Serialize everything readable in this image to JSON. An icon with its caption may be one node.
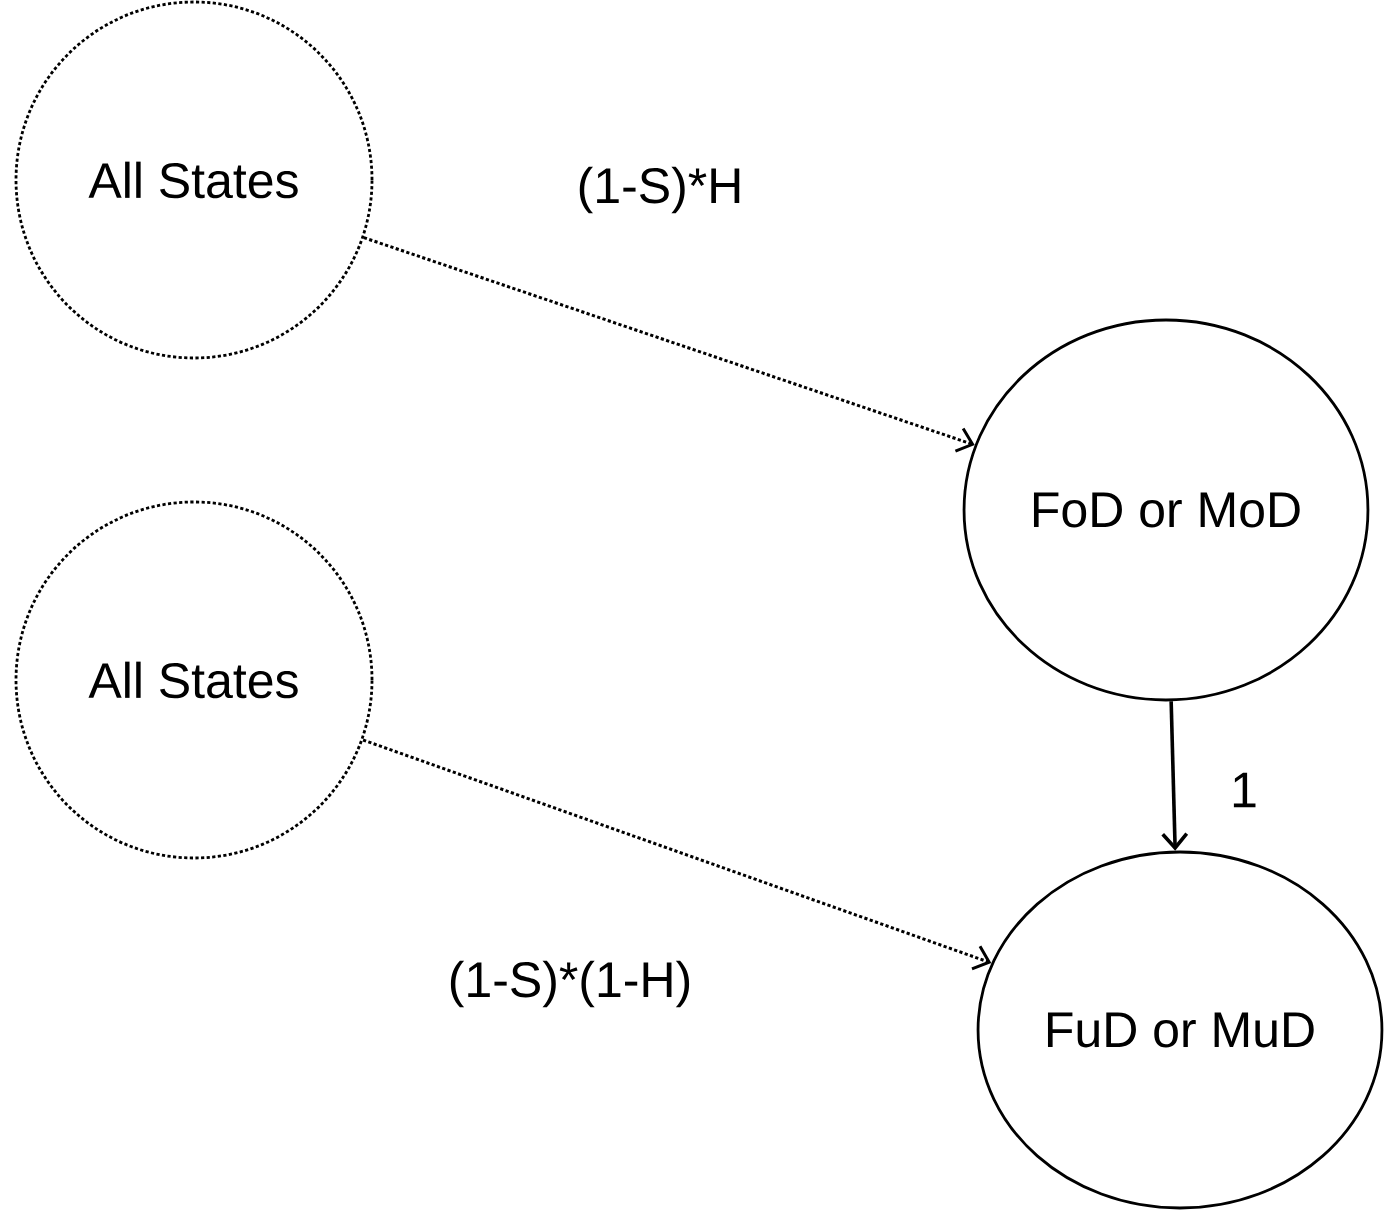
{
  "diagram": {
    "nodes": [
      {
        "text": [
          "All States"
        ]
      },
      {
        "text": [
          "FoD or MoD"
        ]
      },
      {
        "text": [
          "All States"
        ]
      },
      {
        "text": [
          "FuD or MuD"
        ]
      }
    ],
    "edges": [
      {
        "from": 0,
        "to": 1,
        "arrow": "to",
        "label": "(1-S)*H",
        "style": "dashed"
      },
      {
        "from": 2,
        "to": 3,
        "arrow": "to",
        "label": "(1-S)*(1-H)",
        "style": "dashed"
      },
      {
        "from": 1,
        "to": 3,
        "arrow": "to",
        "label": "1"
      }
    ]
  }
}
